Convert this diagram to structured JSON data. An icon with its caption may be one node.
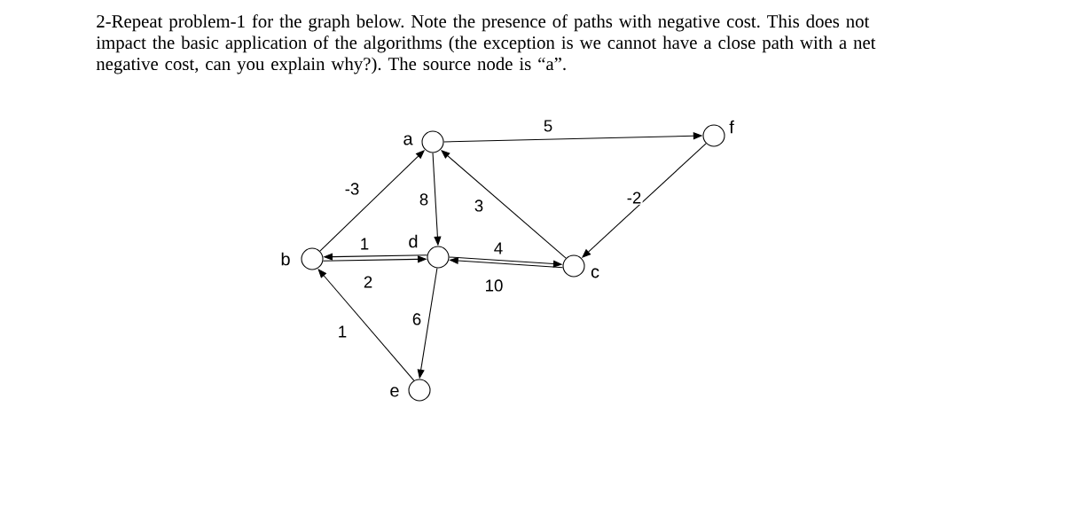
{
  "diagram": {
    "title": "2-Repeat problem-1 for the graph below. Note the presence of paths with negative cost. This does not impact the basic application of the algorithms (the exception is we cannot have a close path with a net negative cost, can you explain why?). The source node is “a”.",
    "nodes": [
      {
        "text": [],
        "shape": "circle",
        "beside": [
          "a"
        ]
      },
      {
        "text": [],
        "shape": "circle",
        "beside": [
          "f"
        ]
      },
      {
        "text": [],
        "shape": "circle",
        "beside": [
          "b"
        ]
      },
      {
        "text": [],
        "shape": "circle",
        "beside": [
          "d"
        ]
      },
      {
        "text": [],
        "shape": "circle",
        "beside": [
          "c"
        ]
      },
      {
        "text": [],
        "shape": "circle",
        "beside": [
          "e"
        ]
      }
    ],
    "edges": [
      {
        "from": 0,
        "to": 1,
        "arrow": "to",
        "label": "5"
      },
      {
        "from": 2,
        "to": 0,
        "arrow": "to",
        "label": "-3"
      },
      {
        "from": 0,
        "to": 3,
        "arrow": "to",
        "label": "8"
      },
      {
        "from": 4,
        "to": 0,
        "arrow": "to",
        "label": "3"
      },
      {
        "from": 1,
        "to": 4,
        "arrow": "to",
        "label": "-2"
      },
      {
        "from": 3,
        "to": 2,
        "arrow": "to",
        "label": "1"
      },
      {
        "from": 2,
        "to": 3,
        "arrow": "to",
        "label": "2"
      },
      {
        "from": 3,
        "to": 4,
        "arrow": "to",
        "label": "4"
      },
      {
        "from": 4,
        "to": 3,
        "arrow": "to",
        "label": "10"
      },
      {
        "from": 3,
        "to": 5,
        "arrow": "to",
        "label": "6"
      },
      {
        "from": 5,
        "to": 2,
        "arrow": "to",
        "label": "1"
      }
    ]
  }
}
